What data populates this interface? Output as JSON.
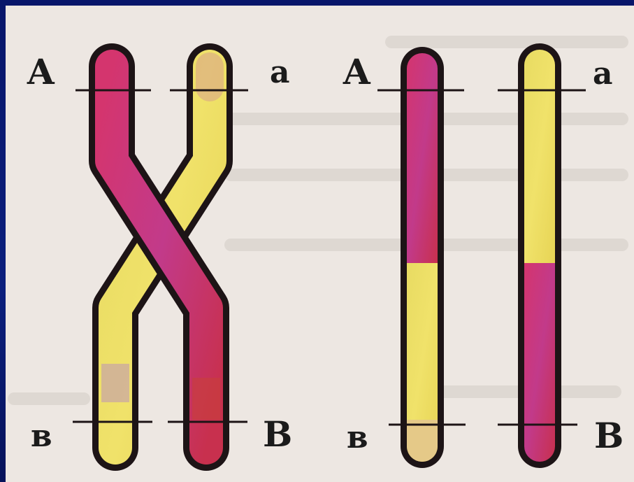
{
  "colors": {
    "magenta": "#c8336a",
    "yellow": "#eadf6a",
    "outline": "#1d1416",
    "paper": "#ede7e2",
    "frame": "#0b1f7d"
  },
  "left_pair": {
    "label_top_left": "А",
    "label_top_right": "а",
    "label_bottom_left": "в",
    "label_bottom_right": "В"
  },
  "right_pair": {
    "label_top_left": "А",
    "label_top_right": "а",
    "label_bottom_left": "в",
    "label_bottom_right": "В"
  }
}
